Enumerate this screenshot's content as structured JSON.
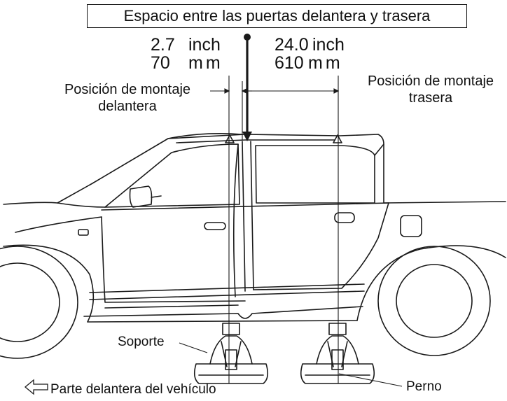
{
  "title": "Espacio entre las puertas delantera y trasera",
  "front_dim": {
    "inch_value": "2.7",
    "inch_unit": "inch",
    "mm_value": "70",
    "mm_unit": "mm"
  },
  "rear_dim": {
    "inch_value": "24.0",
    "inch_unit": "inch",
    "mm_value": "610",
    "mm_unit": "mm"
  },
  "front_position": {
    "line1": "Posición de montaje",
    "line2": "delantera"
  },
  "rear_position": {
    "line1": "Posición de montaje",
    "line2": "trasera"
  },
  "support_label": "Soporte",
  "bolt_label": "Perno",
  "vehicle_front_label": "Parte delantera del vehículo",
  "icons": {
    "arrow": "left-outline-arrow-icon",
    "car": "pickup-truck-side-view",
    "support": "roof-rack-foot"
  }
}
